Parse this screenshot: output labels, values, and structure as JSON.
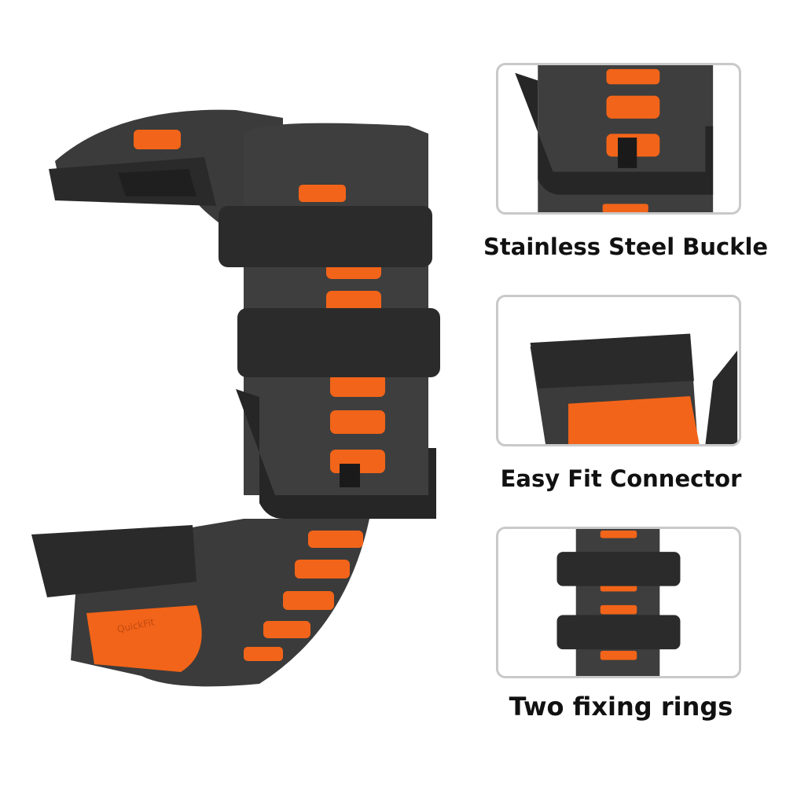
{
  "product": {
    "band_imprint": "QuickFit",
    "colors": {
      "strap": "#3a3a3a",
      "accent": "#f26419",
      "frame": "#c9c9c9"
    }
  },
  "features": [
    {
      "label": "Stainless Steel Buckle"
    },
    {
      "label": "Easy Fit Connector"
    },
    {
      "label": "Two fixing rings"
    }
  ]
}
